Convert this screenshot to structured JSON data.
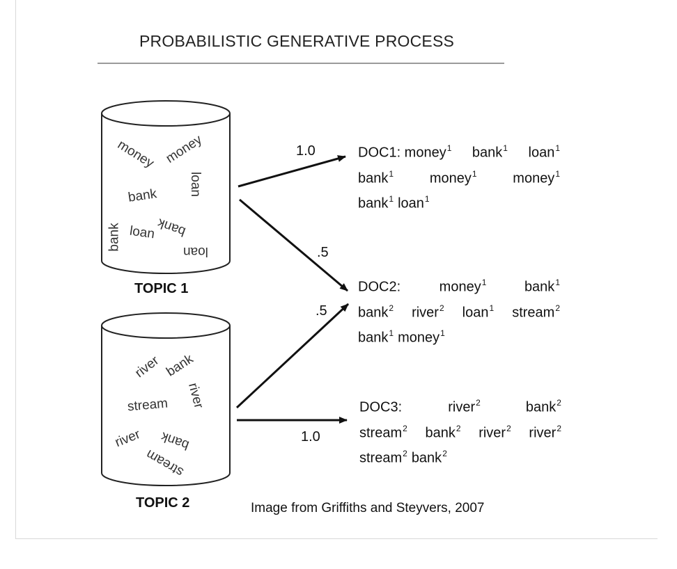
{
  "title": "PROBABILISTIC GENERATIVE PROCESS",
  "credit": "Image from Griffiths and Steyvers, 2007",
  "topics": [
    {
      "label": "TOPIC 1",
      "words": [
        "money",
        "money",
        "loan",
        "bank",
        "bank",
        "loan",
        "bank",
        "loan"
      ]
    },
    {
      "label": "TOPIC 2",
      "words": [
        "river",
        "bank",
        "river",
        "stream",
        "river",
        "bank",
        "stream"
      ]
    }
  ],
  "weights": {
    "t1_doc1": "1.0",
    "t1_doc2": ".5",
    "t2_doc2": ".5",
    "t2_doc3": "1.0"
  },
  "documents": [
    {
      "rows": [
        [
          {
            "w": "DOC1: money",
            "s": "1"
          },
          {
            "w": "bank",
            "s": "1"
          },
          {
            "w": "loan",
            "s": "1"
          }
        ],
        [
          {
            "w": "bank",
            "s": "1"
          },
          {
            "w": "money",
            "s": "1"
          },
          {
            "w": "money",
            "s": "1"
          }
        ],
        [
          {
            "w": "bank",
            "s": "1"
          },
          {
            "w": "loan",
            "s": "1"
          }
        ]
      ]
    },
    {
      "rows": [
        [
          {
            "w": "DOC2:",
            "s": ""
          },
          {
            "w": "money",
            "s": "1"
          },
          {
            "w": "bank",
            "s": "1"
          }
        ],
        [
          {
            "w": "bank",
            "s": "2"
          },
          {
            "w": "river",
            "s": "2"
          },
          {
            "w": "loan",
            "s": "1"
          },
          {
            "w": "stream",
            "s": "2"
          }
        ],
        [
          {
            "w": "bank",
            "s": "1"
          },
          {
            "w": "money",
            "s": "1"
          }
        ]
      ]
    },
    {
      "rows": [
        [
          {
            "w": "DOC3:",
            "s": ""
          },
          {
            "w": "river",
            "s": "2"
          },
          {
            "w": "bank",
            "s": "2"
          }
        ],
        [
          {
            "w": "stream",
            "s": "2"
          },
          {
            "w": "bank",
            "s": "2"
          },
          {
            "w": "river",
            "s": "2"
          },
          {
            "w": "river",
            "s": "2"
          }
        ],
        [
          {
            "w": "stream",
            "s": "2"
          },
          {
            "w": "bank",
            "s": "2"
          }
        ]
      ]
    }
  ]
}
